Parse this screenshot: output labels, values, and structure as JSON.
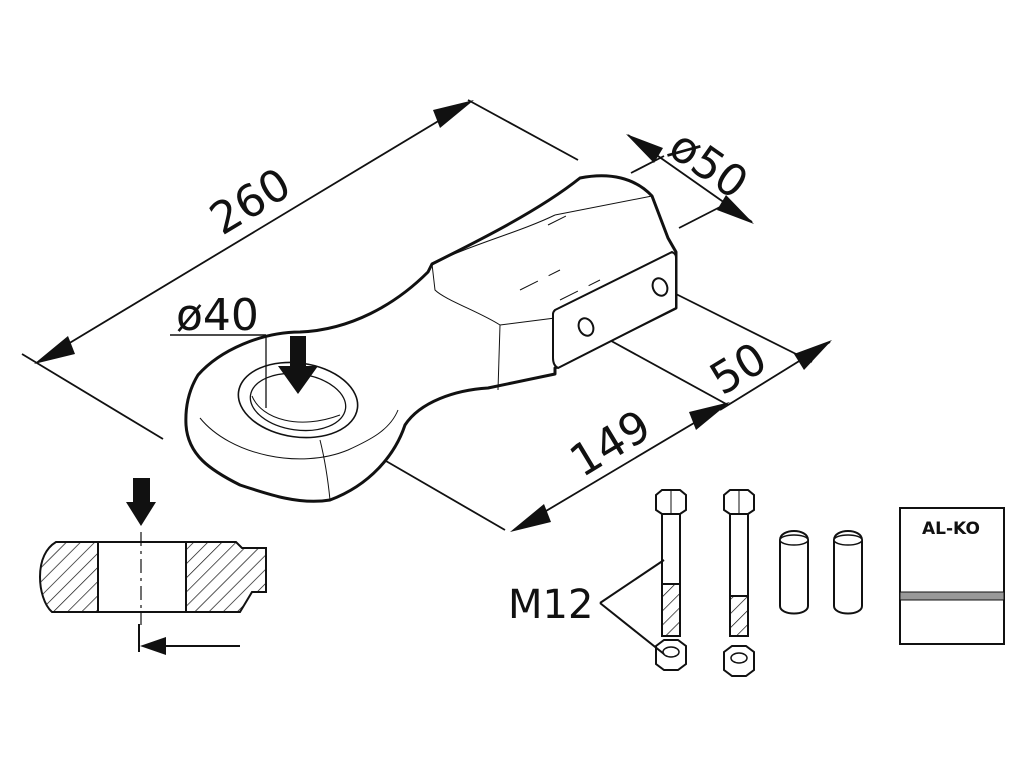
{
  "dimensions": {
    "length_total": "260",
    "diameter_tube": "ø50",
    "diameter_eye": "ø40",
    "length_tube": "149",
    "hole_spacing": "50"
  },
  "hardware": {
    "bolt_label": "M12"
  },
  "brand": {
    "logo_text": "AL-KO"
  },
  "colors": {
    "line": "#111111",
    "background": "#ffffff",
    "label_stripe": "#999999"
  }
}
